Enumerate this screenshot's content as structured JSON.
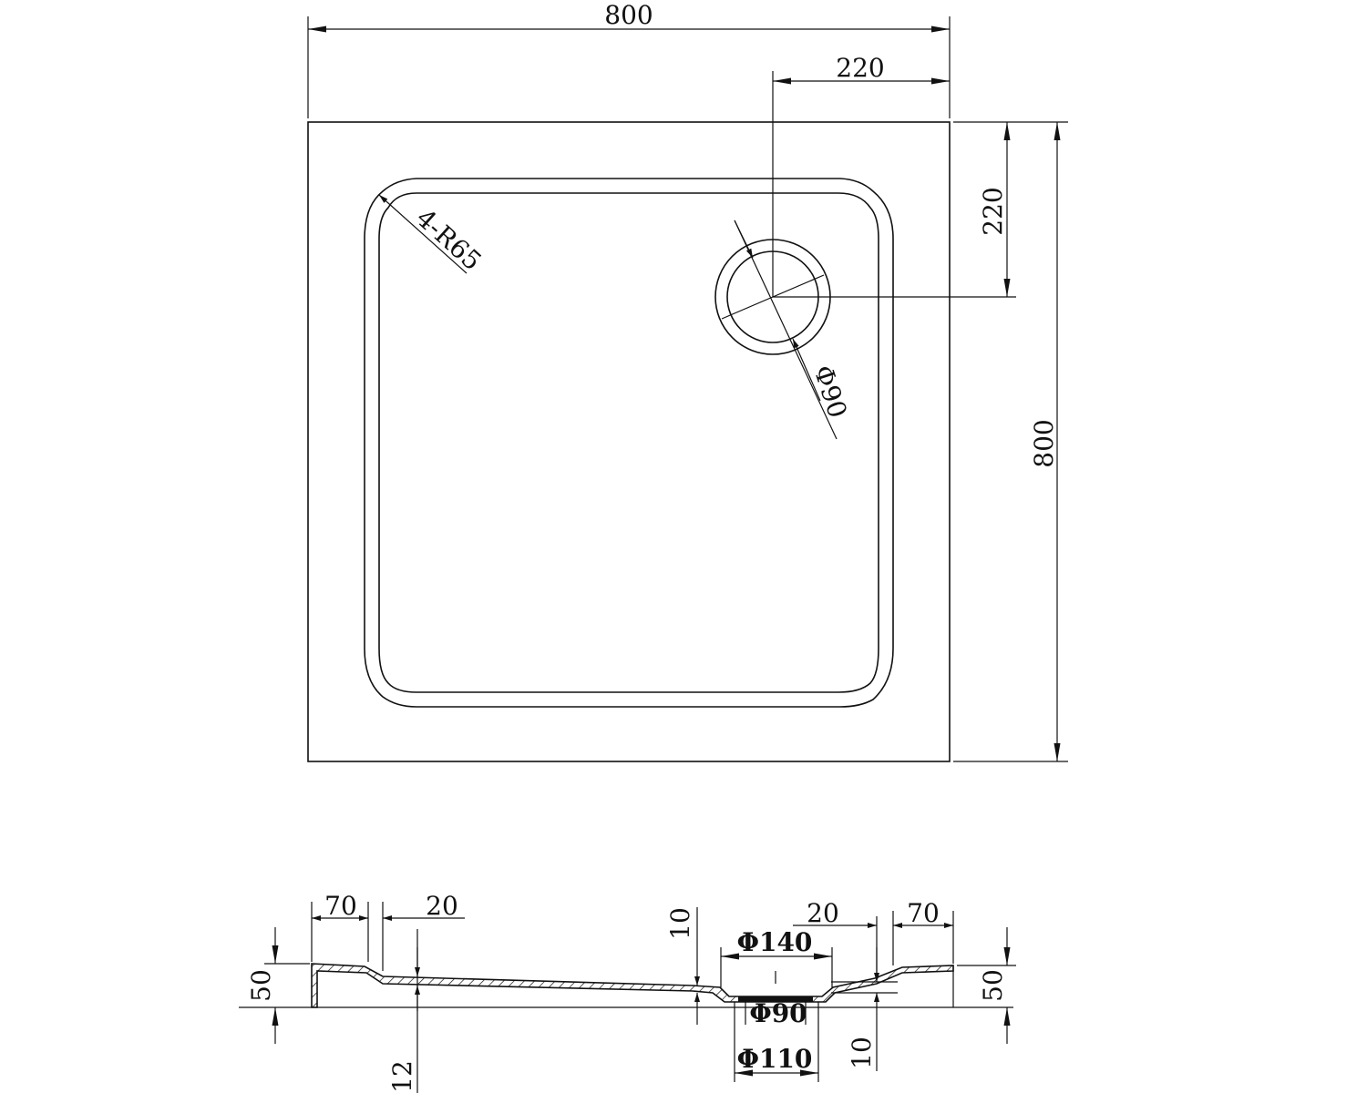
{
  "plan_view": {
    "width": "800",
    "height": "800",
    "drain_offset_x": "220",
    "drain_offset_y": "220",
    "corner_radius": "4-R65",
    "drain_diameter": "Φ90"
  },
  "section_view": {
    "rim_left": "70",
    "slope_left": "20",
    "slope_right": "20",
    "rim_right": "70",
    "height_left": "50",
    "height_right": "50",
    "drop_10_top": "10",
    "drop_10_bottom": "10",
    "bottom_12": "12",
    "outlet_140": "Φ140",
    "outlet_90": "Φ90",
    "outlet_110": "Φ110"
  },
  "colors": {
    "line": "#111111",
    "background": "#ffffff"
  }
}
